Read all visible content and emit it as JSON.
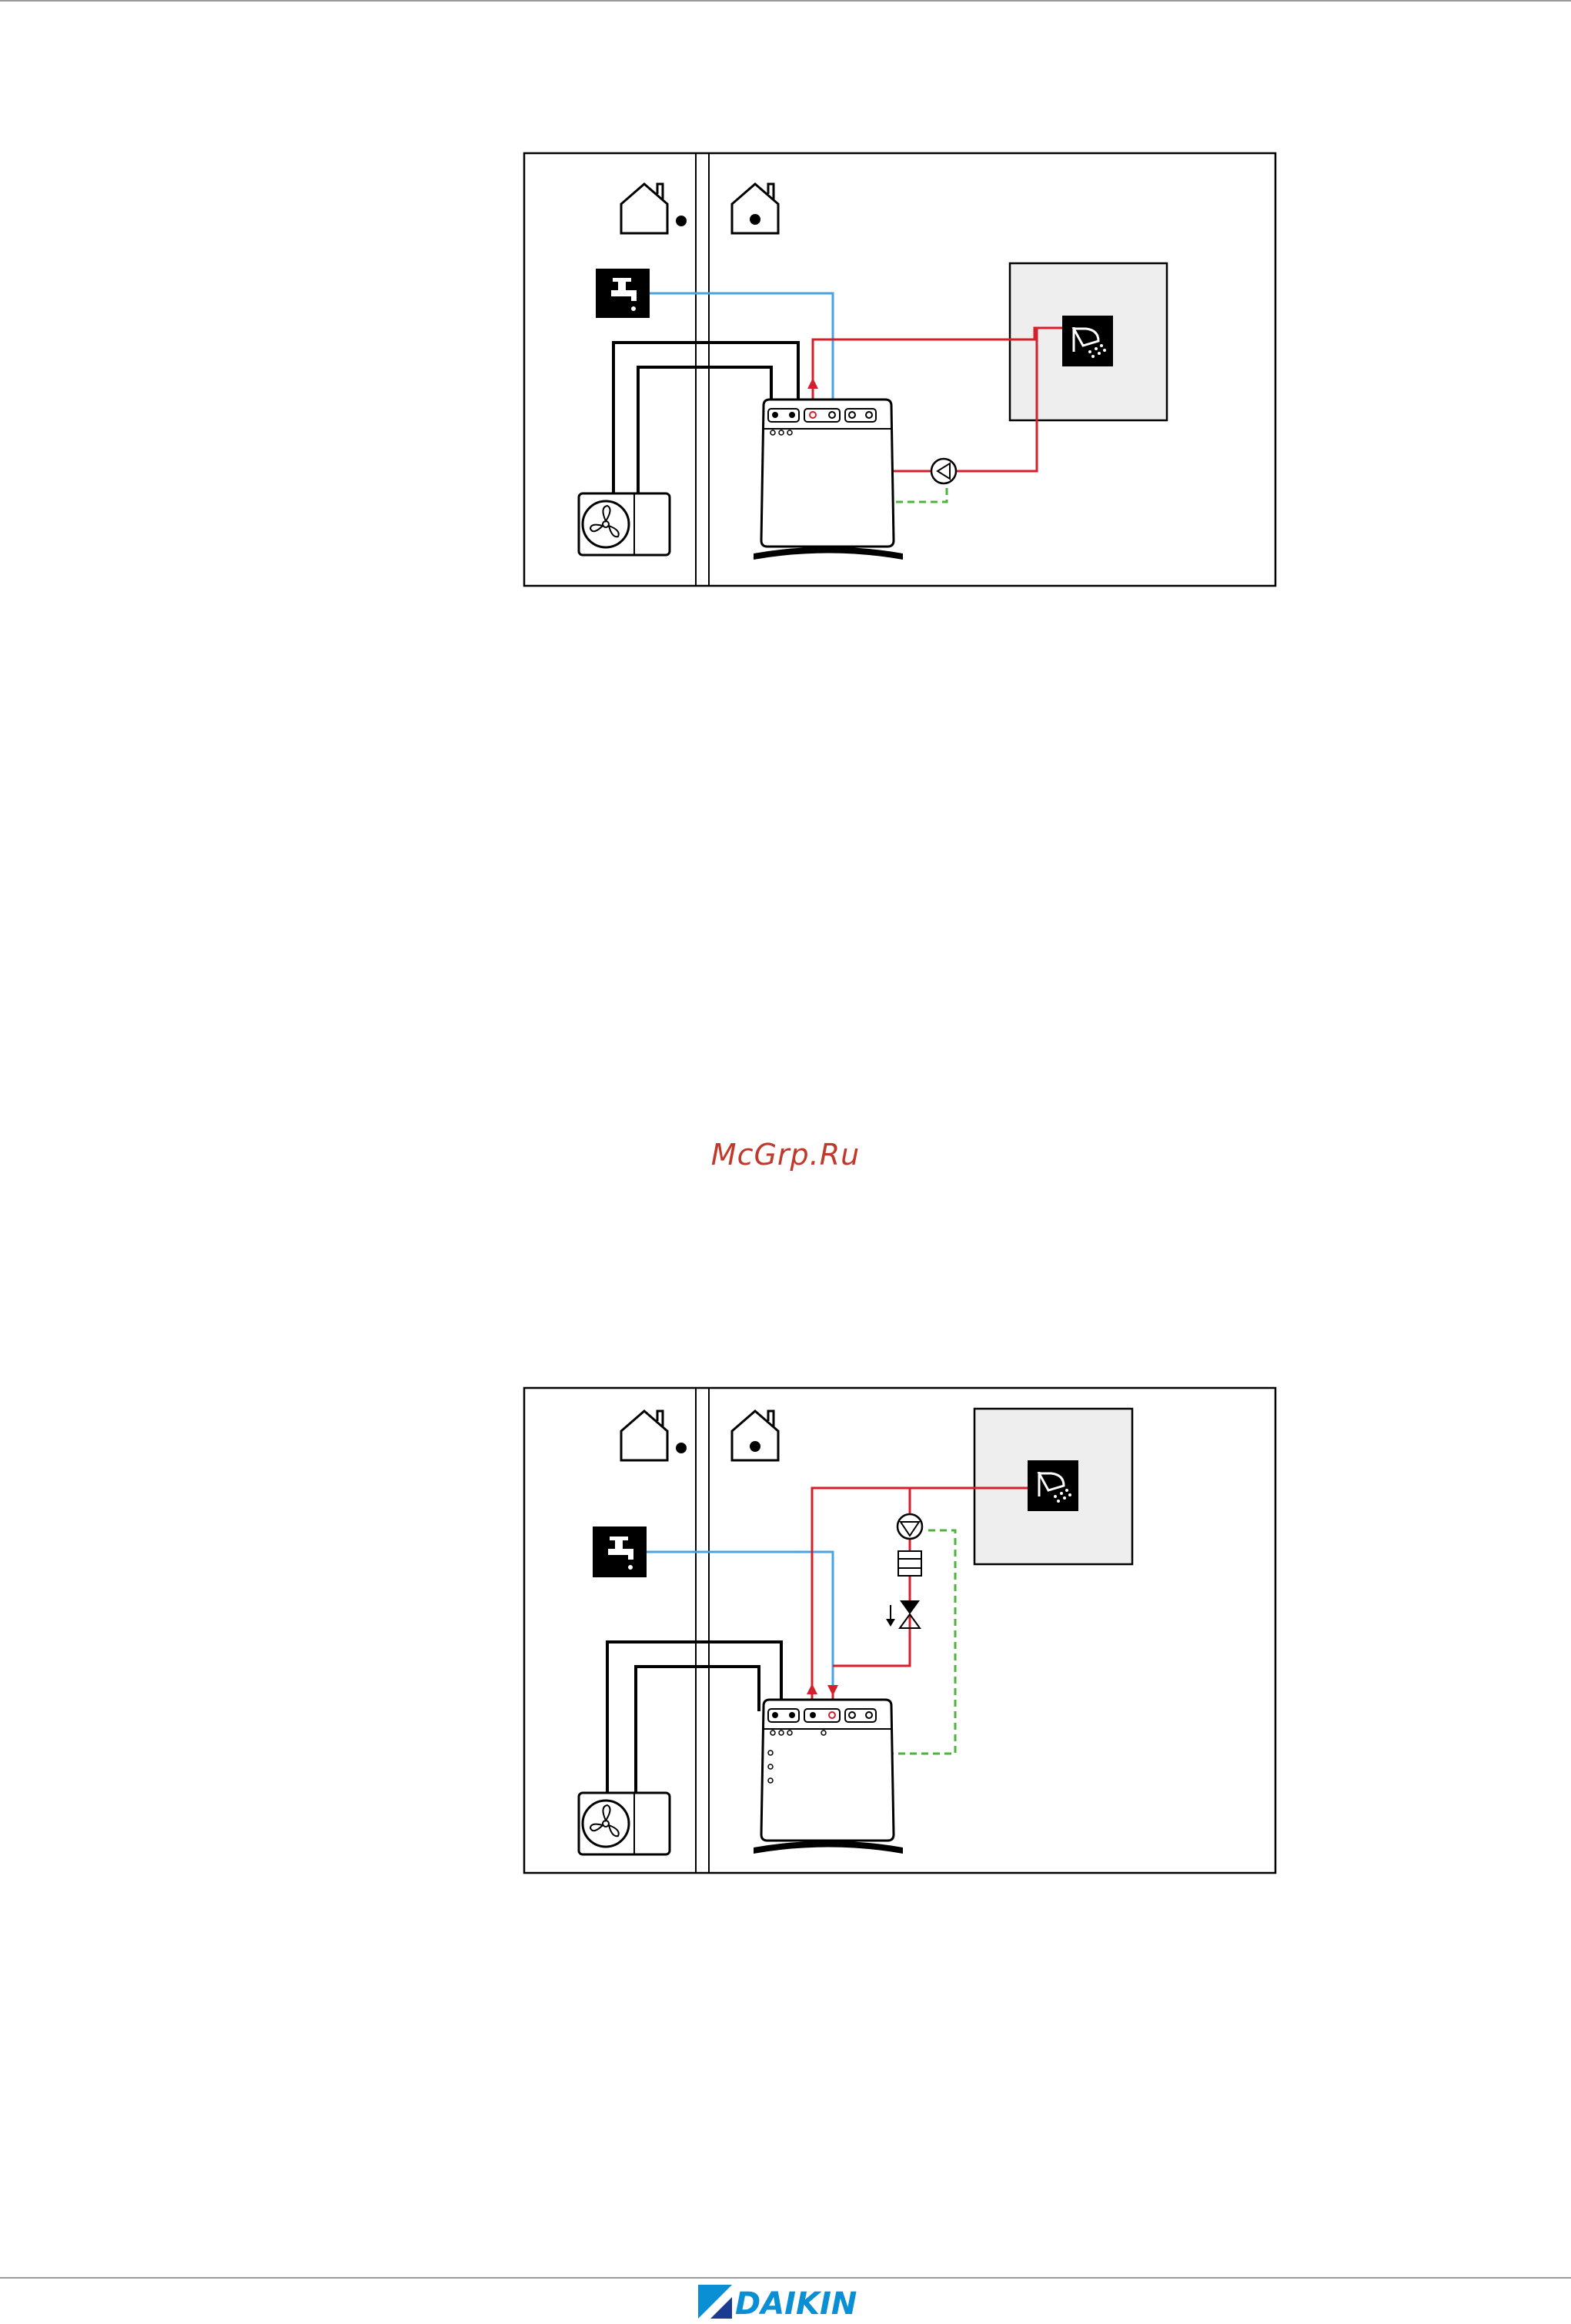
{
  "watermark": {
    "text": "McGrp.Ru",
    "color": "#c0392b"
  },
  "footer": {
    "brand": "DAIKIN",
    "brand_color": "#0a8fd4",
    "brand_accent": "#1a3b8f"
  },
  "colors": {
    "hot_water": "#d2202d",
    "cold_water": "#4aa3df",
    "recirculation": "#4db33d",
    "outline": "#000000",
    "room_fill": "#eeeeee"
  },
  "diagrams": [
    {
      "id": "figure-1",
      "icons": [
        "outdoor-house-icon",
        "indoor-house-icon",
        "tap-icon",
        "shower-icon",
        "heat-pump-outdoor-unit-icon",
        "indoor-unit-tank-icon",
        "circulation-pump-icon"
      ]
    },
    {
      "id": "figure-2",
      "icons": [
        "outdoor-house-icon",
        "indoor-house-icon",
        "tap-icon",
        "shower-icon",
        "heat-pump-outdoor-unit-icon",
        "indoor-unit-tank-icon",
        "circulation-pump-icon",
        "filter-icon",
        "check-valve-icon"
      ]
    }
  ]
}
